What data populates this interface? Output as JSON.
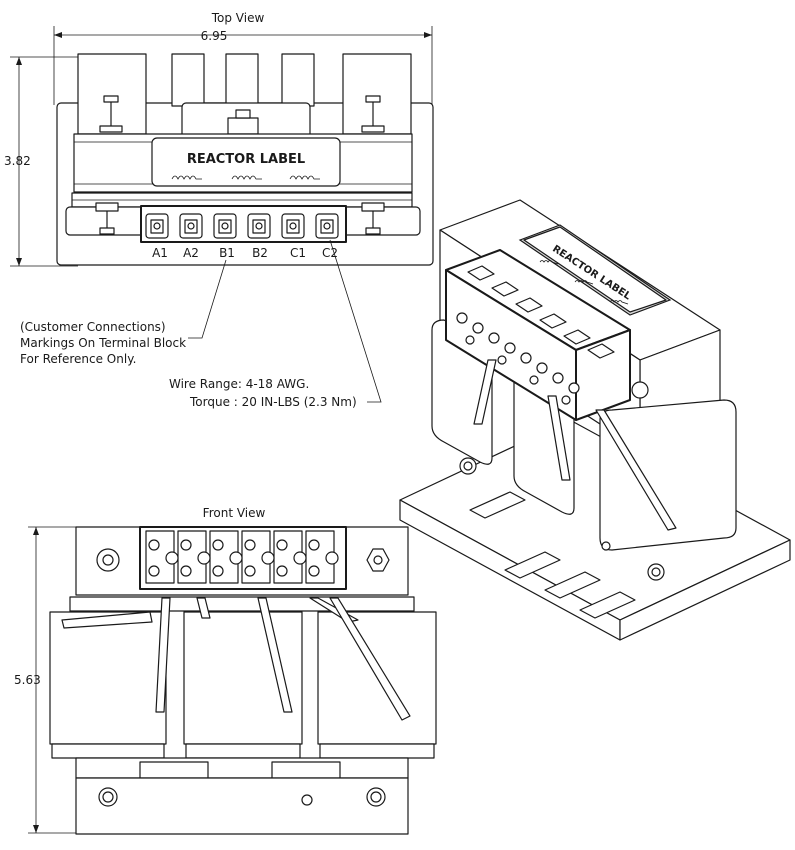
{
  "views": {
    "top_title": "Top View",
    "front_title": "Front View"
  },
  "dimensions": {
    "width": "6.95",
    "depth": "3.82",
    "height": "5.63"
  },
  "label_text": "REACTOR LABEL",
  "terminals": [
    "A1",
    "A2",
    "B1",
    "B2",
    "C1",
    "C2"
  ],
  "notes": {
    "customer_line1": "(Customer Connections)",
    "customer_line2": "Markings On Terminal Block",
    "customer_line3": "For Reference Only.",
    "wire_range": "Wire Range: 4-18 AWG.",
    "torque": "Torque : 20 IN-LBS (2.3 Nm)"
  }
}
